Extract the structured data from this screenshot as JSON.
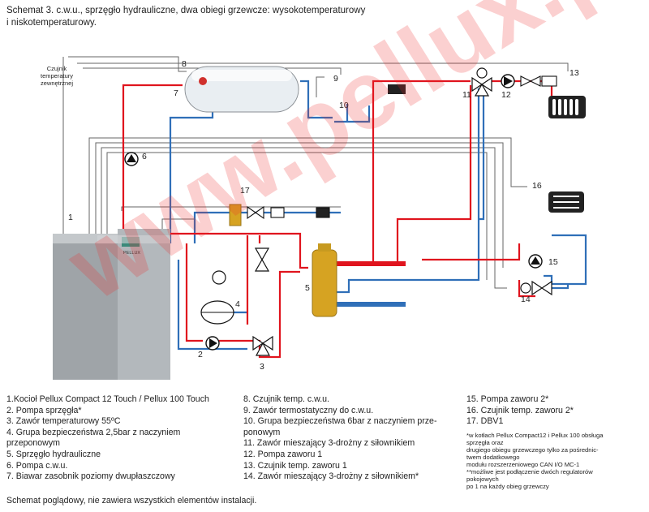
{
  "title": "Schemat 3. c.w.u., sprzęgło hydrauliczne, dwa obiegi grzewcze: wysokotemperaturowy\ni niskotemperaturowy.",
  "outdoor_sensor_label": "Czujnik\ntemperatury\nzewnętrznej",
  "boiler_brand": "PELLUX",
  "watermark": "www.pellux.pl",
  "labels": {
    "n1": "1",
    "n2": "2",
    "n3": "3",
    "n4": "4",
    "n5": "5",
    "n6": "6",
    "n7": "7",
    "n8": "8",
    "n9": "9",
    "n10": "10",
    "n11": "11",
    "n12": "12",
    "n13": "13",
    "n14": "14",
    "n15": "15",
    "n16": "16",
    "n17": "17"
  },
  "legend_col1": [
    "1.Kocioł Pellux Compact 12 Touch / Pellux 100 Touch",
    "2. Pompa sprzęgła*",
    "3. Zawór temperaturowy 55ºC",
    "4. Grupa bezpieczeństwa 2,5bar z naczyniem\nprzeponowym",
    "5. Sprzęgło hydrauliczne",
    "6. Pompa c.w.u.",
    "7. Biawar zasobnik poziomy dwupłaszczowy"
  ],
  "legend_col2": [
    "8. Czujnik temp. c.w.u.",
    "9. Zawór termostatyczny do c.w.u.",
    "10. Grupa bezpieczeństwa 6bar z naczyniem prze-\nponowym",
    "11. Zawór mieszający 3-drożny z siłownikiem",
    "12. Pompa zaworu 1",
    "13. Czujnik temp. zaworu 1",
    "14. Zawór mieszający 3-drożny z siłownikiem*"
  ],
  "legend_col3": [
    "15. Pompa zaworu 2*",
    "16. Czujnik temp. zaworu 2*",
    "17. DBV1"
  ],
  "notes": "*w kotłach Pellux Compact12 i Pellux 100 obsługa\nsprzęgła oraz\ndrugiego obiegu grzewczego tylko za pośrednic-\ntwem dodatkowego\n modułu rozszerzeniowego CAN I/O MC-1\n**możliwe jest podłączenie dwóch regulatorów\npokojowych\npo 1 na każdy obieg grzewczy",
  "footer": "Schemat poglądowy, nie zawiera wszystkich elementów instalacji.",
  "colors": {
    "supply": "#e0141e",
    "return": "#2f6fb8",
    "signal": "#555555"
  }
}
